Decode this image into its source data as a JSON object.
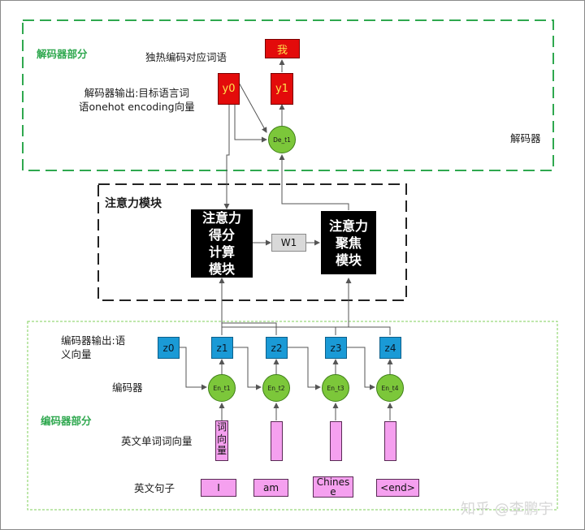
{
  "decoder_section": {
    "title": "解码器部分",
    "onehot_label": "独热编码对应词语",
    "output_label": "解码器输出:目标语言词\n语onehot encoding向量",
    "decoder_label": "解码器",
    "word_box": "我",
    "y0": "y0",
    "y1": "y1",
    "node": "De_t1"
  },
  "attention_section": {
    "title": "注意力模块",
    "score_box": "注意力\n得分\n计算\n模块",
    "focus_box": "注意力\n聚焦\n模块",
    "weight_box": "W1"
  },
  "encoder_section": {
    "title": "编码器部分",
    "output_label": "编码器输出:语\n义向量",
    "encoder_label": "编码器",
    "word_vector_label": "英文单词词向量",
    "sentence_label": "英文句子",
    "z": [
      "z0",
      "z1",
      "z2",
      "z3",
      "z4"
    ],
    "nodes": [
      "En_t1",
      "En_t2",
      "En_t3",
      "En_t4"
    ],
    "word_vector_box": "词\n向\n量",
    "words": [
      "I",
      "am",
      "Chines\ne",
      "<end>"
    ]
  },
  "watermark": "知乎 @李鹏宇",
  "colors": {
    "decoder_border": "#2fa84f",
    "encoder_border": "#7fcf5a",
    "red_box": "#e30b0b",
    "blue_box": "#1a9ad6",
    "green_node": "#7cc73a",
    "pink_box": "#f5a0ef"
  }
}
